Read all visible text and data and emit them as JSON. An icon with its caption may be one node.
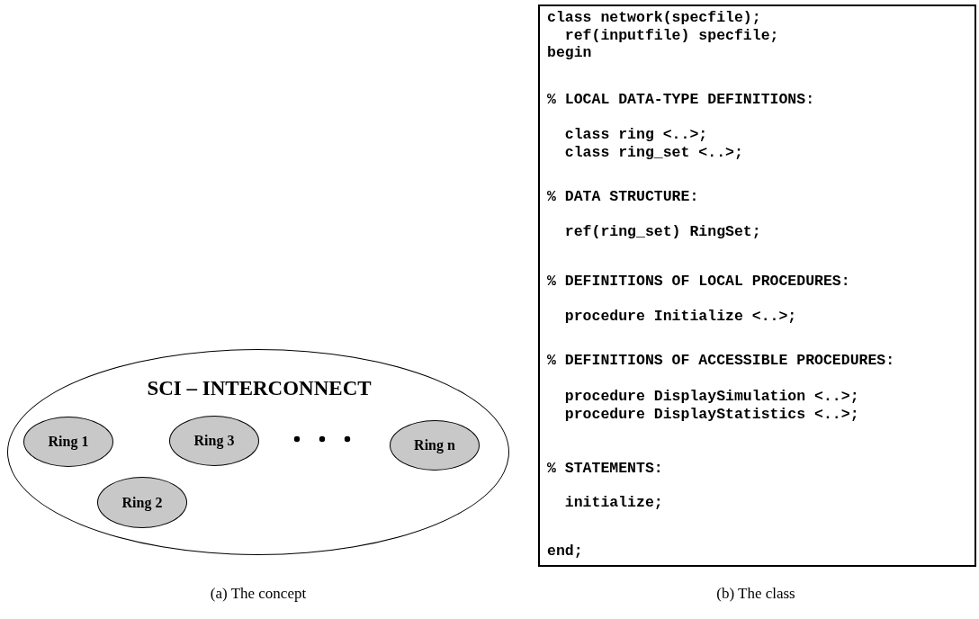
{
  "diagram": {
    "nodes": [
      {
        "text": [
          "SCI – INTERCONNECT"
        ]
      },
      {
        "text": [
          "Ring 1"
        ],
        "in": 0
      },
      {
        "text": [
          "Ring 3"
        ],
        "in": 0
      },
      {
        "text": [
          "Ring n"
        ],
        "in": 0
      },
      {
        "text": [
          "Ring 2"
        ],
        "in": 0
      },
      {
        "text": [
          "class network(specfile);",
          "  ref(inputfile) specfile;",
          "begin",
          "% LOCAL DATA-TYPE DEFINITIONS:",
          "  class ring <..>;",
          "  class ring_set <..>;",
          "% DATA STRUCTURE:",
          "  ref(ring_set) RingSet;",
          "% DEFINITIONS OF LOCAL PROCEDURES:",
          "  procedure Initialize <..>;",
          "% DEFINITIONS OF ACCESSIBLE PROCEDURES:",
          "  procedure DisplaySimulation <..>;",
          "  procedure DisplayStatistics <..>;",
          "% STATEMENTS:",
          "  initialize;",
          "end;"
        ]
      }
    ],
    "edges": [],
    "labels": [
      "(a) The concept",
      "(b) The class"
    ]
  }
}
